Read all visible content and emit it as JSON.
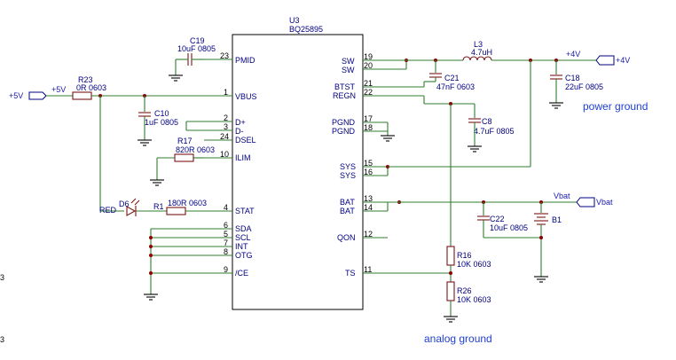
{
  "ic": {
    "ref": "U3",
    "part": "BQ25895",
    "left_pins": [
      {
        "num": "23",
        "name": "PMID"
      },
      {
        "num": "1",
        "name": "VBUS"
      },
      {
        "num": "2",
        "name": "D+"
      },
      {
        "num": "3",
        "name": "D-"
      },
      {
        "num": "24",
        "name": "DSEL"
      },
      {
        "num": "10",
        "name": "ILIM"
      },
      {
        "num": "4",
        "name": "STAT"
      },
      {
        "num": "6",
        "name": "SDA"
      },
      {
        "num": "5",
        "name": "SCL"
      },
      {
        "num": "7",
        "name": "INT"
      },
      {
        "num": "8",
        "name": "OTG"
      },
      {
        "num": "9",
        "name": "/CE"
      }
    ],
    "right_pins": [
      {
        "num": "19",
        "name": "SW"
      },
      {
        "num": "20",
        "name": "SW"
      },
      {
        "num": "21",
        "name": "BTST"
      },
      {
        "num": "22",
        "name": "REGN"
      },
      {
        "num": "17",
        "name": "PGND"
      },
      {
        "num": "18",
        "name": "PGND"
      },
      {
        "num": "15",
        "name": "SYS"
      },
      {
        "num": "16",
        "name": "SYS"
      },
      {
        "num": "13",
        "name": "BAT"
      },
      {
        "num": "14",
        "name": "BAT"
      },
      {
        "num": "12",
        "name": "QON"
      },
      {
        "num": "11",
        "name": "TS"
      }
    ]
  },
  "components": {
    "c19": {
      "ref": "C19",
      "value": "10uF 0805"
    },
    "r23": {
      "ref": "R23",
      "value": "0R 0603"
    },
    "c10": {
      "ref": "C10",
      "value": "1uF 0805"
    },
    "r17": {
      "ref": "R17",
      "value": "820R 0603"
    },
    "d6": {
      "ref": "D6",
      "value": "RED"
    },
    "r1": {
      "ref": "R1",
      "value": "180R 0603"
    },
    "l3": {
      "ref": "L3",
      "value": "4.7uH"
    },
    "c21": {
      "ref": "C21",
      "value": "47nF 0603"
    },
    "c8": {
      "ref": "C8",
      "value": "4.7uF 0805"
    },
    "c18": {
      "ref": "C18",
      "value": "22uF 0805"
    },
    "c22": {
      "ref": "C22",
      "value": "10uF 0805"
    },
    "b1": {
      "ref": "B1",
      "value": ""
    },
    "r16": {
      "ref": "R16",
      "value": "10K 0603"
    },
    "r26": {
      "ref": "R26",
      "value": "10K 0603"
    }
  },
  "nets": {
    "in_port": "+5V",
    "in_label": "+5V",
    "out_port": "+4V",
    "out_label": "+4V",
    "bat_port": "Vbat",
    "bat_label": "Vbat"
  },
  "notes": {
    "power_ground": "power ground",
    "analog_ground": "analog ground",
    "edge_mark_1": "3",
    "edge_mark_2": "3"
  }
}
